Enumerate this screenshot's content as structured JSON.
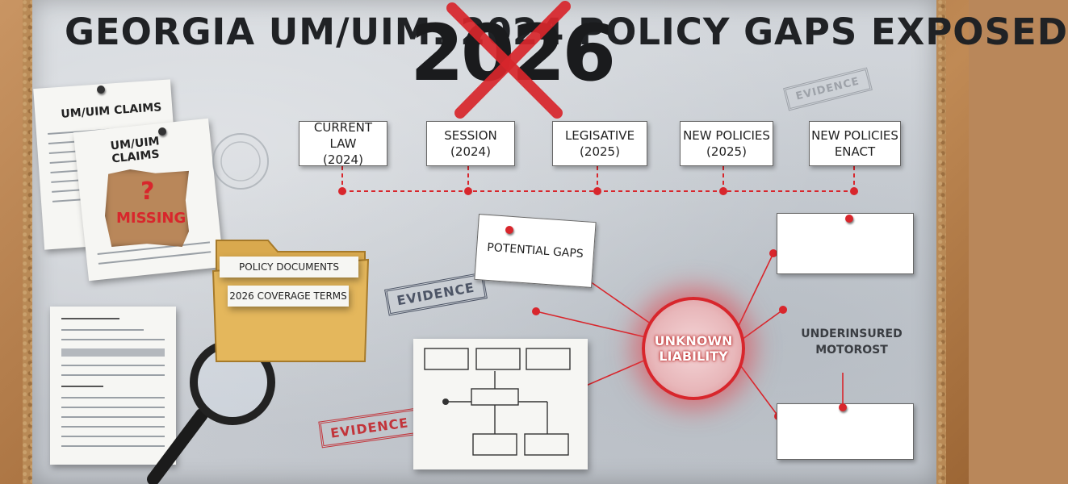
{
  "title": {
    "text": "GEORGIA UM/UIM: 2024 POLICY GAPS EXPOSED",
    "year_overlay": "2026"
  },
  "left_docs": {
    "doc1_title": "UM/UIM CLAIMS",
    "doc2_title": "UM/UIM CLAIMS",
    "missing_mark": "?",
    "missing_label": "MISSING"
  },
  "folder": {
    "tab1": "POLICY DOCUMENTS",
    "tab2": "2026 COVERAGE TERMS"
  },
  "stamps": {
    "evidence_1": "EVIDENCE",
    "evidence_2": "EVIDENCE",
    "evidence_3": "EVIDENCE"
  },
  "timeline": [
    {
      "line1": "CURRENT LAW",
      "line2": "(2024)"
    },
    {
      "line1": "SESSION",
      "line2": "(2024)"
    },
    {
      "line1": "LEGISATIVE",
      "line2": "(2025)"
    },
    {
      "line1": "NEW POLICIES",
      "line2": "(2025)"
    },
    {
      "line1": "NEW POLICIES",
      "line2": "ENACT"
    }
  ],
  "notes": {
    "potential_gaps": "POTENTIAL GAPS",
    "unknown_liability": "UNKNOWN LIABILITY",
    "underinsured": "UNDERINSURED MOTOROST"
  },
  "colors": {
    "accent_red": "#d8262c",
    "board": "#c9cdd2",
    "cork": "#b98a56"
  }
}
